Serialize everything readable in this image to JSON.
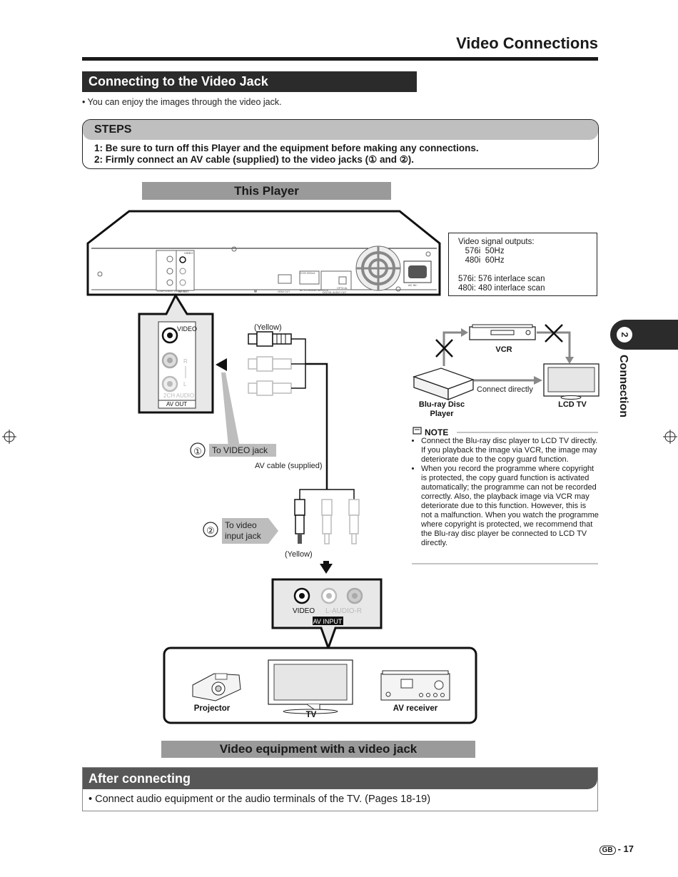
{
  "header": {
    "title": "Video Connections"
  },
  "section": {
    "title": "Connecting to the Video Jack",
    "intro": "• You can enjoy the images through the video jack."
  },
  "steps": {
    "heading": "STEPS",
    "items": [
      "1:  Be sure to turn off this Player and the equipment before making any connections.",
      "2:  Firmly connect an AV cable (supplied) to the video jacks (① and ②)."
    ]
  },
  "diagram": {
    "this_player_label": "This Player",
    "signal_box": {
      "lines": [
        "Video signal outputs:",
        "   576i  50Hz",
        "   480i  60Hz",
        "",
        "576i: 576 interlace scan",
        "480i: 480 interlace scan"
      ]
    },
    "player_jacks": {
      "video": "VIDEO",
      "r": "R",
      "l": "L",
      "audio": "2CH AUDIO",
      "av_out": "AV OUT",
      "component_out": "COMPONENT VIDEO OUT",
      "hdmi_out": "HDMI OUT",
      "bd_storage": "BD STORAGE/ SERVICE",
      "dc_power": "DC5V 500mA",
      "digital_audio_out": "DIGITAL AUDIO OUT",
      "optical": "OPTICAL",
      "ac_in": "AC IN~"
    },
    "cable": {
      "yellow_top": "(Yellow)",
      "yellow_bottom": "(Yellow)",
      "av_cable": "AV cable (supplied)",
      "step1_num": "①",
      "step1_label": "To VIDEO jack",
      "step2_num": "②",
      "step2_line1": "To video",
      "step2_line2": "input jack"
    },
    "av_input": {
      "video": "VIDEO",
      "audio": "L-AUDIO-R",
      "label": "AV INPUT"
    },
    "devices": {
      "projector": "Projector",
      "tv": "TV",
      "av_receiver": "AV receiver"
    },
    "equipment_label": "Video equipment with a video jack"
  },
  "connection_diagram": {
    "vcr": "VCR",
    "bluray_line1": "Blu-ray Disc",
    "bluray_line2": "Player",
    "connect_directly": "Connect directly",
    "lcd_tv": "LCD TV"
  },
  "note": {
    "heading": "NOTE",
    "items": [
      "Connect the Blu-ray disc player to LCD TV directly. If you playback the image via VCR, the image may deteriorate due to the copy guard function.",
      "When you record the programme where copyright is protected, the copy guard function is activated automatically; the programme can not be recorded correctly. Also, the playback image via VCR may deteriorate due to this function. However, this is not a malfunction. When you watch the programme where copyright is protected, we recommend that the Blu-ray disc player be connected to LCD TV directly."
    ]
  },
  "side_tab": {
    "number": "2",
    "label": "Connection"
  },
  "after": {
    "heading": "After connecting",
    "text": "• Connect audio equipment or the audio terminals of the TV. (Pages 18-19)"
  },
  "footer": {
    "gb": "GB",
    "page": "- 17"
  }
}
